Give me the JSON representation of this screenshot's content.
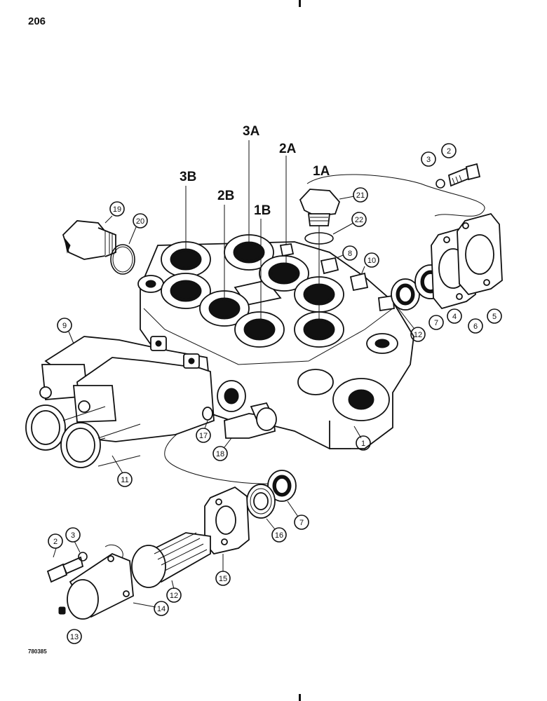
{
  "page_number": "206",
  "figure_code": "780385",
  "port_labels": [
    "3A",
    "2A",
    "1A",
    "3B",
    "2B",
    "1B"
  ],
  "callouts": [
    "1",
    "2",
    "3",
    "4",
    "5",
    "6",
    "7",
    "8",
    "9",
    "10",
    "11",
    "12",
    "13",
    "14",
    "15",
    "16",
    "17",
    "18",
    "19",
    "20",
    "21",
    "22"
  ],
  "callouts_lower": [
    "2",
    "3",
    "7",
    "12"
  ]
}
